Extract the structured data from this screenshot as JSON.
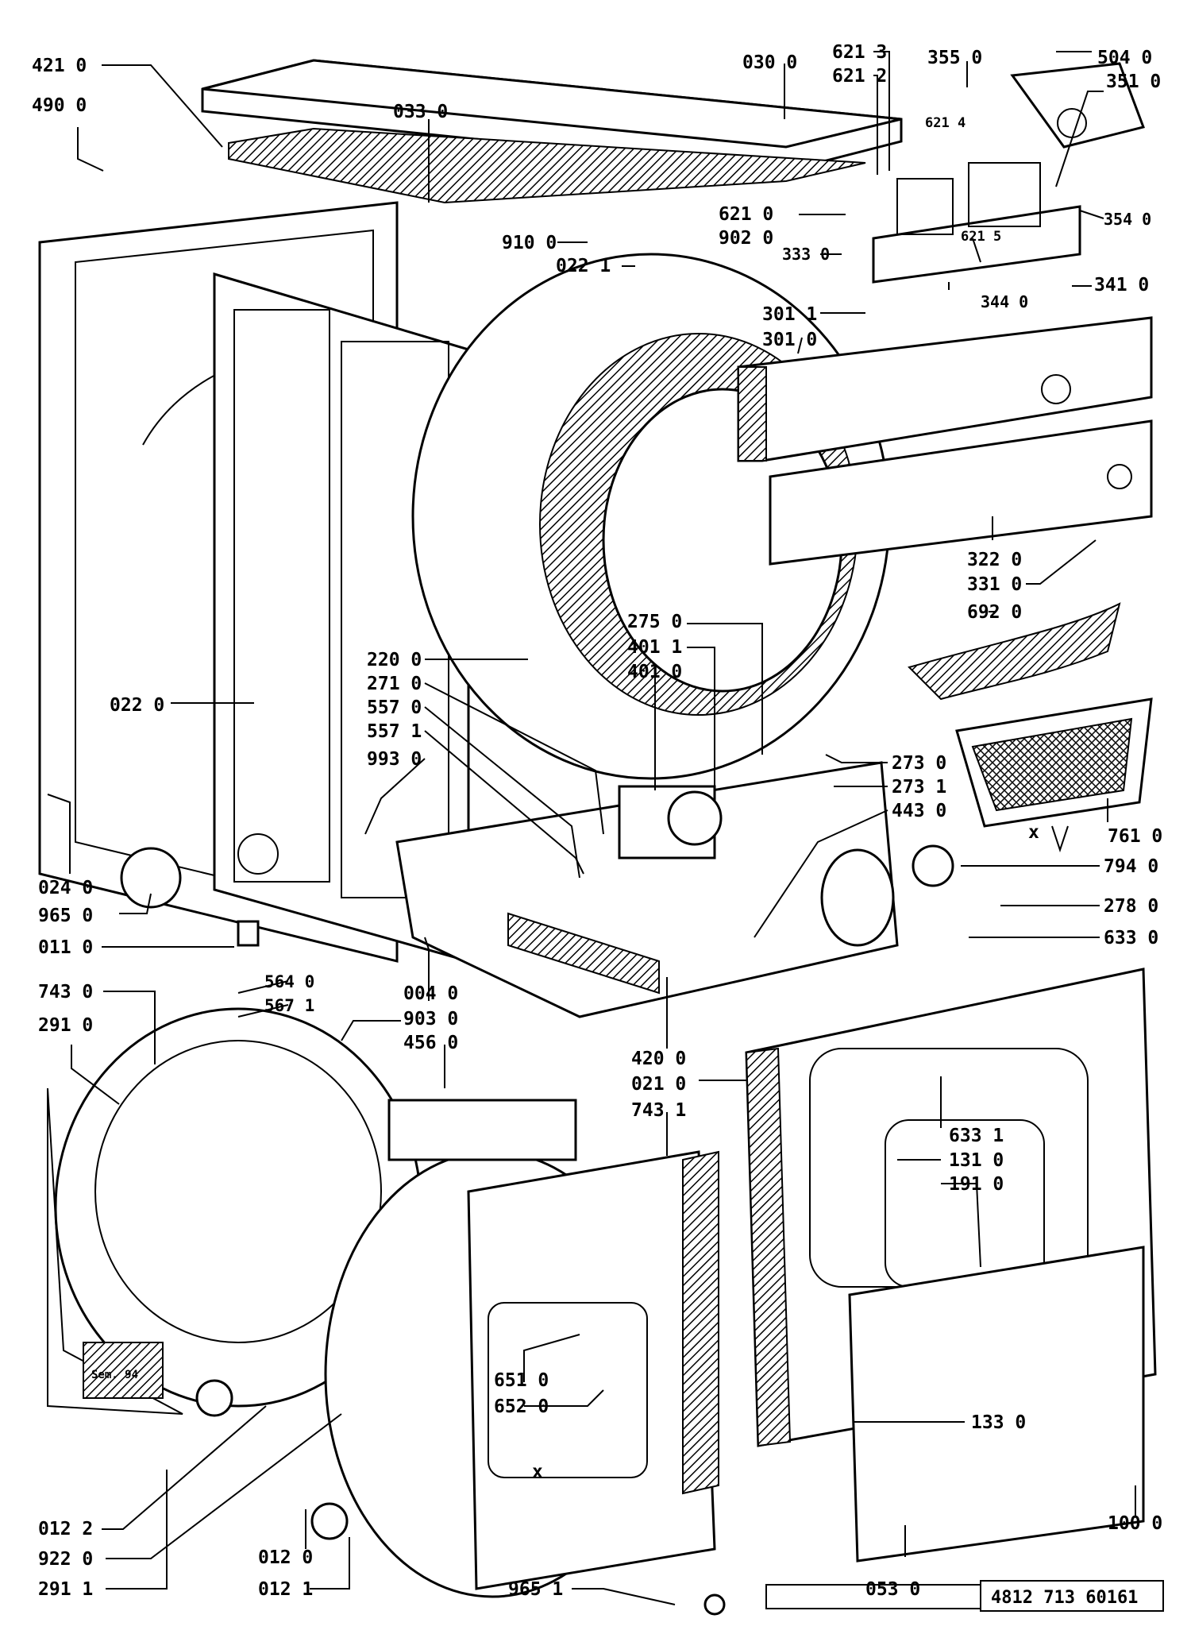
{
  "callouts": [
    {
      "text": "421 0"
    },
    {
      "text": "490 0"
    },
    {
      "text": "033 0"
    },
    {
      "text": "030 0"
    },
    {
      "text": "621 3"
    },
    {
      "text": "621 2"
    },
    {
      "text": "355 0"
    },
    {
      "text": "504 0"
    },
    {
      "text": "351 0"
    },
    {
      "text": "621 4"
    },
    {
      "text": "354 0"
    },
    {
      "text": "621 0"
    },
    {
      "text": "902 0"
    },
    {
      "text": "910 0"
    },
    {
      "text": "022 1"
    },
    {
      "text": "333 0"
    },
    {
      "text": "621 5"
    },
    {
      "text": "344 0"
    },
    {
      "text": "341 0"
    },
    {
      "text": "301 1"
    },
    {
      "text": "301 0"
    },
    {
      "text": "322 0"
    },
    {
      "text": "331 0"
    },
    {
      "text": "692 0"
    },
    {
      "text": "275 0"
    },
    {
      "text": "401 1"
    },
    {
      "text": "401 0"
    },
    {
      "text": "220 0"
    },
    {
      "text": "271 0"
    },
    {
      "text": "557 0"
    },
    {
      "text": "557 1"
    },
    {
      "text": "993 0"
    },
    {
      "text": "022 0"
    },
    {
      "text": "273 0"
    },
    {
      "text": "273 1"
    },
    {
      "text": "443 0"
    },
    {
      "text": "761 0"
    },
    {
      "text": "794 0"
    },
    {
      "text": "278 0"
    },
    {
      "text": "633 0"
    },
    {
      "text": "024 0"
    },
    {
      "text": "965 0"
    },
    {
      "text": "011 0"
    },
    {
      "text": "743 0"
    },
    {
      "text": "291 0"
    },
    {
      "text": "564 0"
    },
    {
      "text": "567 1"
    },
    {
      "text": "004 0"
    },
    {
      "text": "903 0"
    },
    {
      "text": "456 0"
    },
    {
      "text": "420 0"
    },
    {
      "text": "021 0"
    },
    {
      "text": "743 1"
    },
    {
      "text": "633 1"
    },
    {
      "text": "131 0"
    },
    {
      "text": "191 0"
    },
    {
      "text": "651 0"
    },
    {
      "text": "652 0"
    },
    {
      "text": "133 0"
    },
    {
      "text": "012 2"
    },
    {
      "text": "922 0"
    },
    {
      "text": "291 1"
    },
    {
      "text": "012 0"
    },
    {
      "text": "012 1"
    },
    {
      "text": "965 1"
    },
    {
      "text": "053 0"
    },
    {
      "text": "100 0"
    }
  ],
  "markers": [
    {
      "text": "x"
    },
    {
      "text": "x"
    }
  ],
  "stamp": "Sem. 94",
  "drawing_number": "4812 713 60161"
}
